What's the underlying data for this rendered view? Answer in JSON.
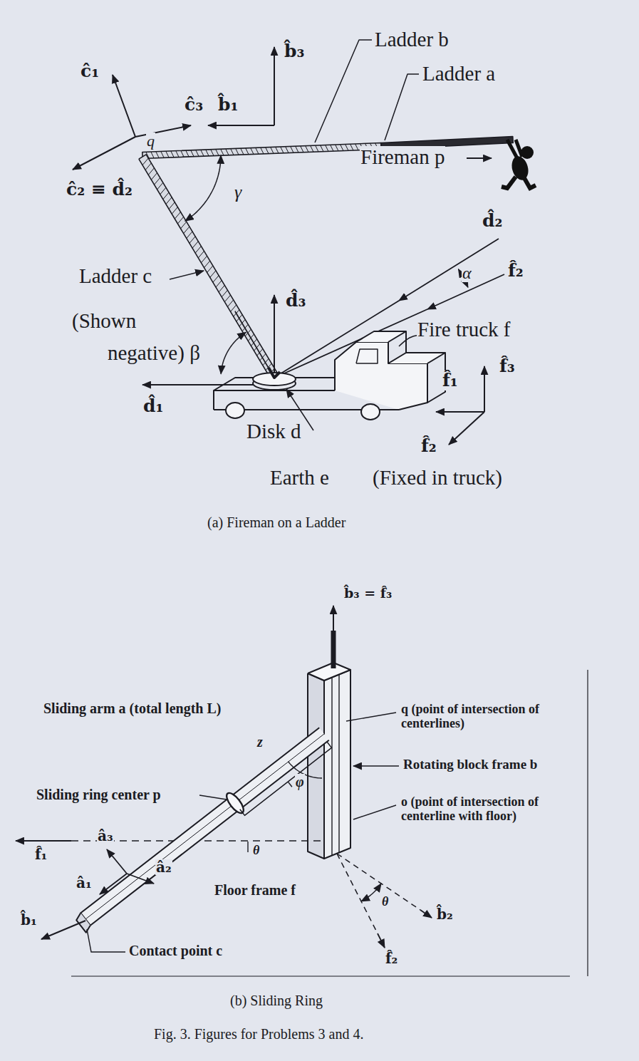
{
  "diagram": {
    "caption": "Fig. 3. Figures for Problems 3 and 4.",
    "labels": [
      "Ladder b",
      "b̂₃",
      "ĉ₁",
      "Ladder a",
      "ĉ₃",
      "b̂₁",
      "q",
      "ĉ₂ ≡ d̂₂",
      "Fireman p",
      "γ",
      "d̂₂",
      "f̂₂",
      "Ladder c",
      "α",
      "d̂₃",
      "(Shown",
      "Fire truck f",
      "negative) β",
      "f̂₁",
      "f̂₃",
      "d̂₁",
      "Disk d",
      "f̂₂",
      "Earth e",
      "(Fixed in truck)",
      "(a) Fireman on a Ladder",
      "b̂₃ = f̂₃",
      "Sliding arm a (total length L)",
      "q (point of intersection of centerlines)",
      "z",
      "Rotating block frame b",
      "Sliding ring center p",
      "φ",
      "o (point of intersection of centerline with floor)",
      "f̂₁",
      "â₃",
      "θ",
      "â₁",
      "â₂",
      "Floor frame f",
      "θ",
      "b̂₁",
      "b̂₂",
      "f̂₂",
      "Contact point c",
      "(b) Sliding Ring"
    ]
  }
}
